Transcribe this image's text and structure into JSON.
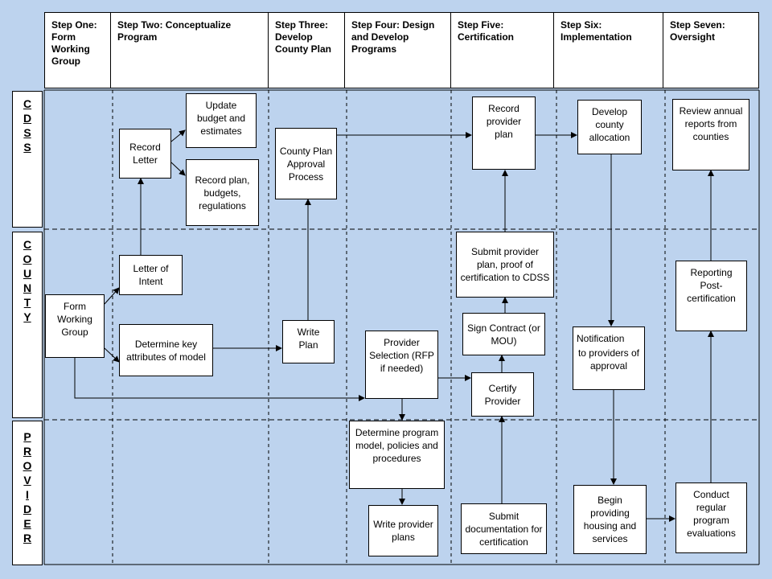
{
  "header": {
    "steps": [
      "Step One: Form Working Group",
      "Step Two: Conceptualize Program",
      "Step Three: Develop County Plan",
      "Step Four: Design and Develop Programs",
      "Step Five: Certification",
      "Step Six: Implementation",
      "Step Seven: Oversight"
    ]
  },
  "lanes": {
    "cdss": [
      "C",
      "D",
      "S",
      "S"
    ],
    "county": [
      "C",
      "O",
      "U",
      "N",
      "T",
      "Y"
    ],
    "provider": [
      "P",
      "R",
      "O",
      "V",
      "I",
      "D",
      "E",
      "R"
    ]
  },
  "boxes": {
    "record_letter": "Record Letter",
    "update_budget": "Update budget and estimates",
    "record_plan_budgets": "Record plan, budgets, regulations",
    "county_plan_approval": "County Plan Approval Process",
    "record_provider_plan": "Record provider plan",
    "develop_county_allocation": "Develop county allocation",
    "review_annual_reports": "Review annual reports from counties",
    "letter_of_intent": "Letter of Intent",
    "form_working_group": "Form Working Group",
    "determine_key_attributes": "Determine key attributes of model",
    "write_plan": "Write Plan",
    "provider_selection": "Provider Selection (RFP if needed)",
    "submit_provider_plan": "Submit provider plan, proof of certification to CDSS",
    "sign_contract": "Sign Contract (or MOU)",
    "certify_provider": "Certify Provider",
    "notification_line1": "Notification",
    "notification_line2": "to providers of approval",
    "reporting_post_cert": "Reporting Post-certification",
    "determine_program_model": "Determine program model, policies and procedures",
    "write_provider_plans": "Write provider plans",
    "submit_documentation": "Submit documentation for certification",
    "begin_providing": "Begin providing housing and services",
    "conduct_evaluations": "Conduct regular program evaluations"
  }
}
